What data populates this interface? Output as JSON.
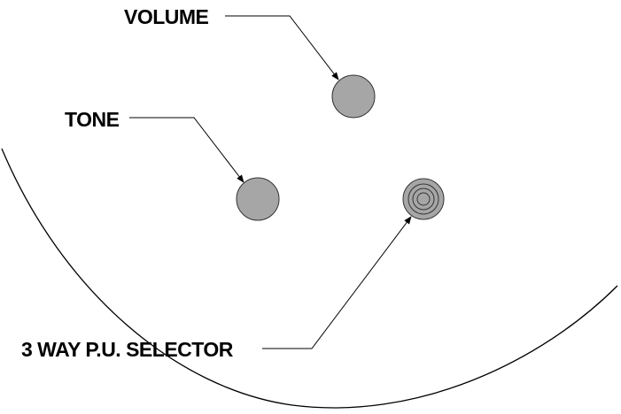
{
  "labels": {
    "volume": "VOLUME",
    "tone": "TONE",
    "selector": "3 WAY P.U. SELECTOR"
  },
  "colors": {
    "knob_fill": "#a6a6a6",
    "line": "#000000",
    "background": "#ffffff"
  }
}
